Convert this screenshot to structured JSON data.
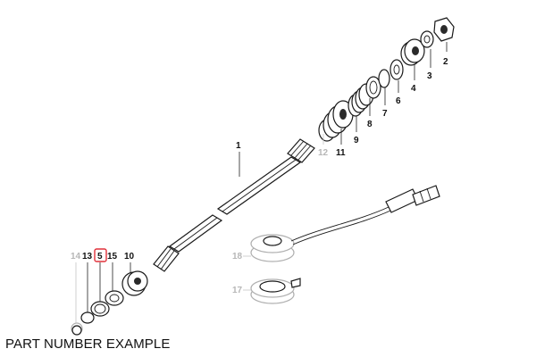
{
  "caption": "PART NUMBER EXAMPLE",
  "highlight_color": "#e0303a",
  "highlighted_label": "5",
  "callouts": [
    {
      "label": "1",
      "faded": false
    },
    {
      "label": "2",
      "faded": false
    },
    {
      "label": "3",
      "faded": false
    },
    {
      "label": "4",
      "faded": false
    },
    {
      "label": "5",
      "faded": false
    },
    {
      "label": "6",
      "faded": false
    },
    {
      "label": "7",
      "faded": false
    },
    {
      "label": "8",
      "faded": false
    },
    {
      "label": "9",
      "faded": false
    },
    {
      "label": "10",
      "faded": false
    },
    {
      "label": "11",
      "faded": false
    },
    {
      "label": "12",
      "faded": true
    },
    {
      "label": "13",
      "faded": false
    },
    {
      "label": "14",
      "faded": true
    },
    {
      "label": "15",
      "faded": false
    },
    {
      "label": "17",
      "faded": true
    },
    {
      "label": "18",
      "faded": true
    }
  ]
}
